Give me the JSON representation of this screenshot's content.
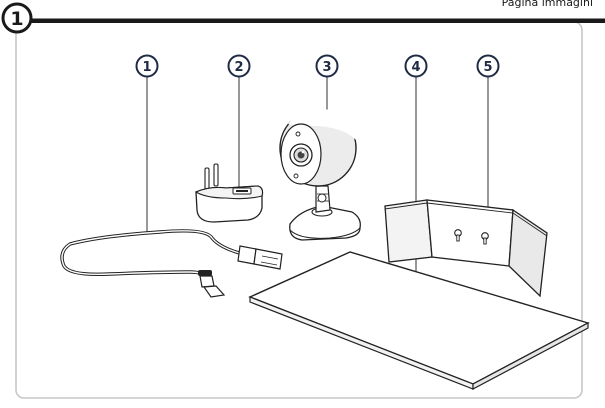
{
  "header": {
    "page_label": "Pagina immagini",
    "step_number": "1"
  },
  "callouts": [
    {
      "number": "1",
      "item": "cable"
    },
    {
      "number": "2",
      "item": "adapter"
    },
    {
      "number": "3",
      "item": "camera"
    },
    {
      "number": "4",
      "item": "board"
    },
    {
      "number": "5",
      "item": "bracket"
    }
  ],
  "colors": {
    "callout_circle": "#1f2a44",
    "callout_text": "#1f2a44",
    "frame_border": "#c7c7c7",
    "header_rule": "#1a1a1a"
  }
}
